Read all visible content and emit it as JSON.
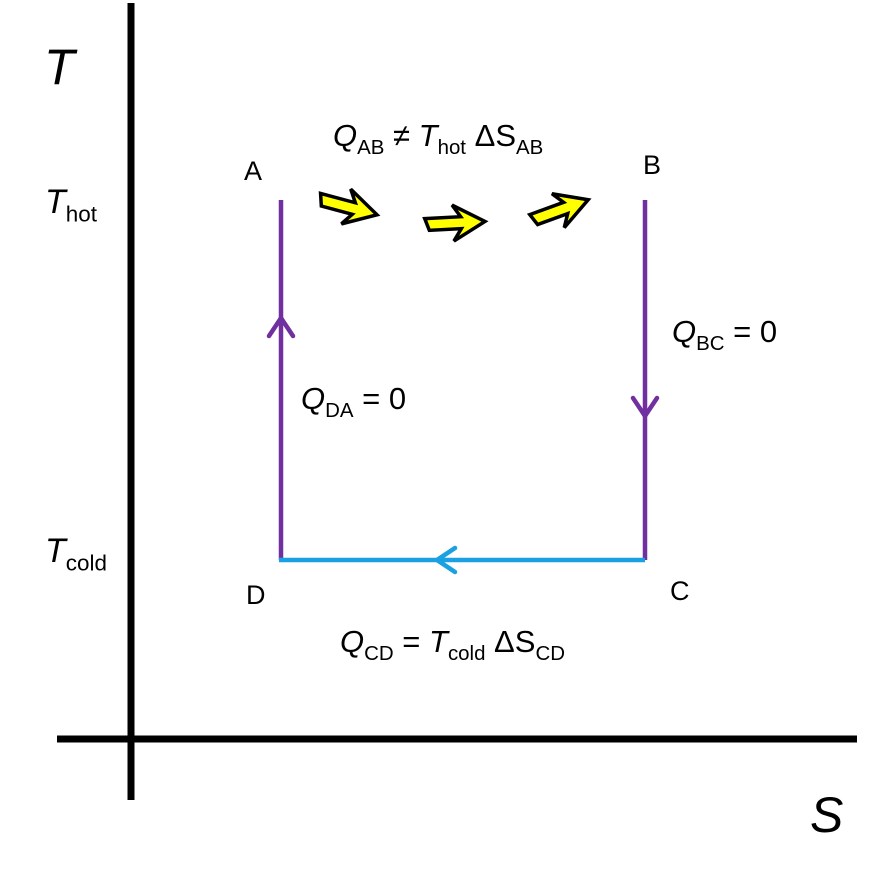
{
  "axes": {
    "y_label": "T",
    "x_label": "S",
    "t_hot": {
      "main": "T",
      "sub": "hot"
    },
    "t_cold": {
      "main": "T",
      "sub": "cold"
    }
  },
  "points": {
    "A": "A",
    "B": "B",
    "C": "C",
    "D": "D"
  },
  "equations": {
    "ab": {
      "q": "Q",
      "q_sub": "AB",
      "rel": " ≠ ",
      "t": "T",
      "t_sub": "hot",
      "ds": " ΔS",
      "ds_sub": "AB"
    },
    "bc": {
      "q": "Q",
      "q_sub": "BC",
      "rest": " = 0"
    },
    "da": {
      "q": "Q",
      "q_sub": "DA",
      "rest": " = 0"
    },
    "cd": {
      "q": "Q",
      "q_sub": "CD",
      "rel": " = ",
      "t": "T",
      "t_sub": "cold",
      "ds": " ΔS",
      "ds_sub": "CD"
    }
  },
  "colors": {
    "axis": "#000000",
    "adiabat": "#7030A0",
    "isotherm_cold": "#1BA1E2",
    "heat_arrow_fill": "#FFFF00",
    "heat_arrow_stroke": "#000000"
  }
}
